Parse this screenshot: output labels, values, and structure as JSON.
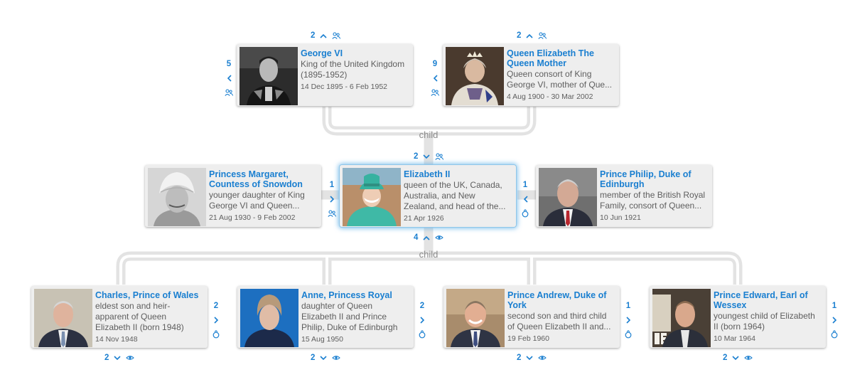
{
  "connector_label": "child",
  "people": {
    "george": {
      "name": "George VI",
      "description": "King of the United Kingdom (1895-1952)",
      "dates": "14 Dec 1895 - 6 Feb 1952",
      "top_count": "2",
      "side_count": "5"
    },
    "mother": {
      "name": "Queen Elizabeth The Queen Mother",
      "description": "Queen consort of King George VI, mother of Que...",
      "dates": "4 Aug 1900 - 30 Mar 2002",
      "top_count": "2",
      "side_count": "9"
    },
    "margaret": {
      "name": "Princess Margaret, Countess of Snowdon",
      "description": "younger daughter of King George VI and Queen...",
      "dates": "21 Aug 1930 - 9 Feb 2002"
    },
    "elizabeth": {
      "name": "Elizabeth II",
      "description": "queen of the UK, Canada, Australia, and New Zealand, and head of the...",
      "dates": "21 Apr 1926",
      "top_count": "2",
      "side_count": "1",
      "bottom_count": "4"
    },
    "philip": {
      "name": "Prince Philip, Duke of Edinburgh",
      "description": "member of the British Royal Family, consort of Queen...",
      "dates": "10 Jun 1921",
      "side_count": "1"
    },
    "charles": {
      "name": "Charles, Prince of Wales",
      "description": "eldest son and heir-apparent of Queen Elizabeth II (born 1948)",
      "dates": "14 Nov 1948",
      "side_count": "2",
      "bottom_count": "2"
    },
    "anne": {
      "name": "Anne, Princess Royal",
      "description": "daughter of Queen Elizabeth II and Prince Philip, Duke of Edinburgh",
      "dates": "15 Aug 1950",
      "side_count": "2",
      "bottom_count": "2"
    },
    "andrew": {
      "name": "Prince Andrew, Duke of York",
      "description": "second son and third child of Queen Elizabeth II and...",
      "dates": "19 Feb 1960",
      "side_count": "1",
      "bottom_count": "2"
    },
    "edward": {
      "name": "Prince Edward, Earl of Wessex",
      "description": "youngest child of Elizabeth II (born 1964)",
      "dates": "10 Mar 1964",
      "side_count": "1",
      "bottom_count": "2"
    }
  }
}
